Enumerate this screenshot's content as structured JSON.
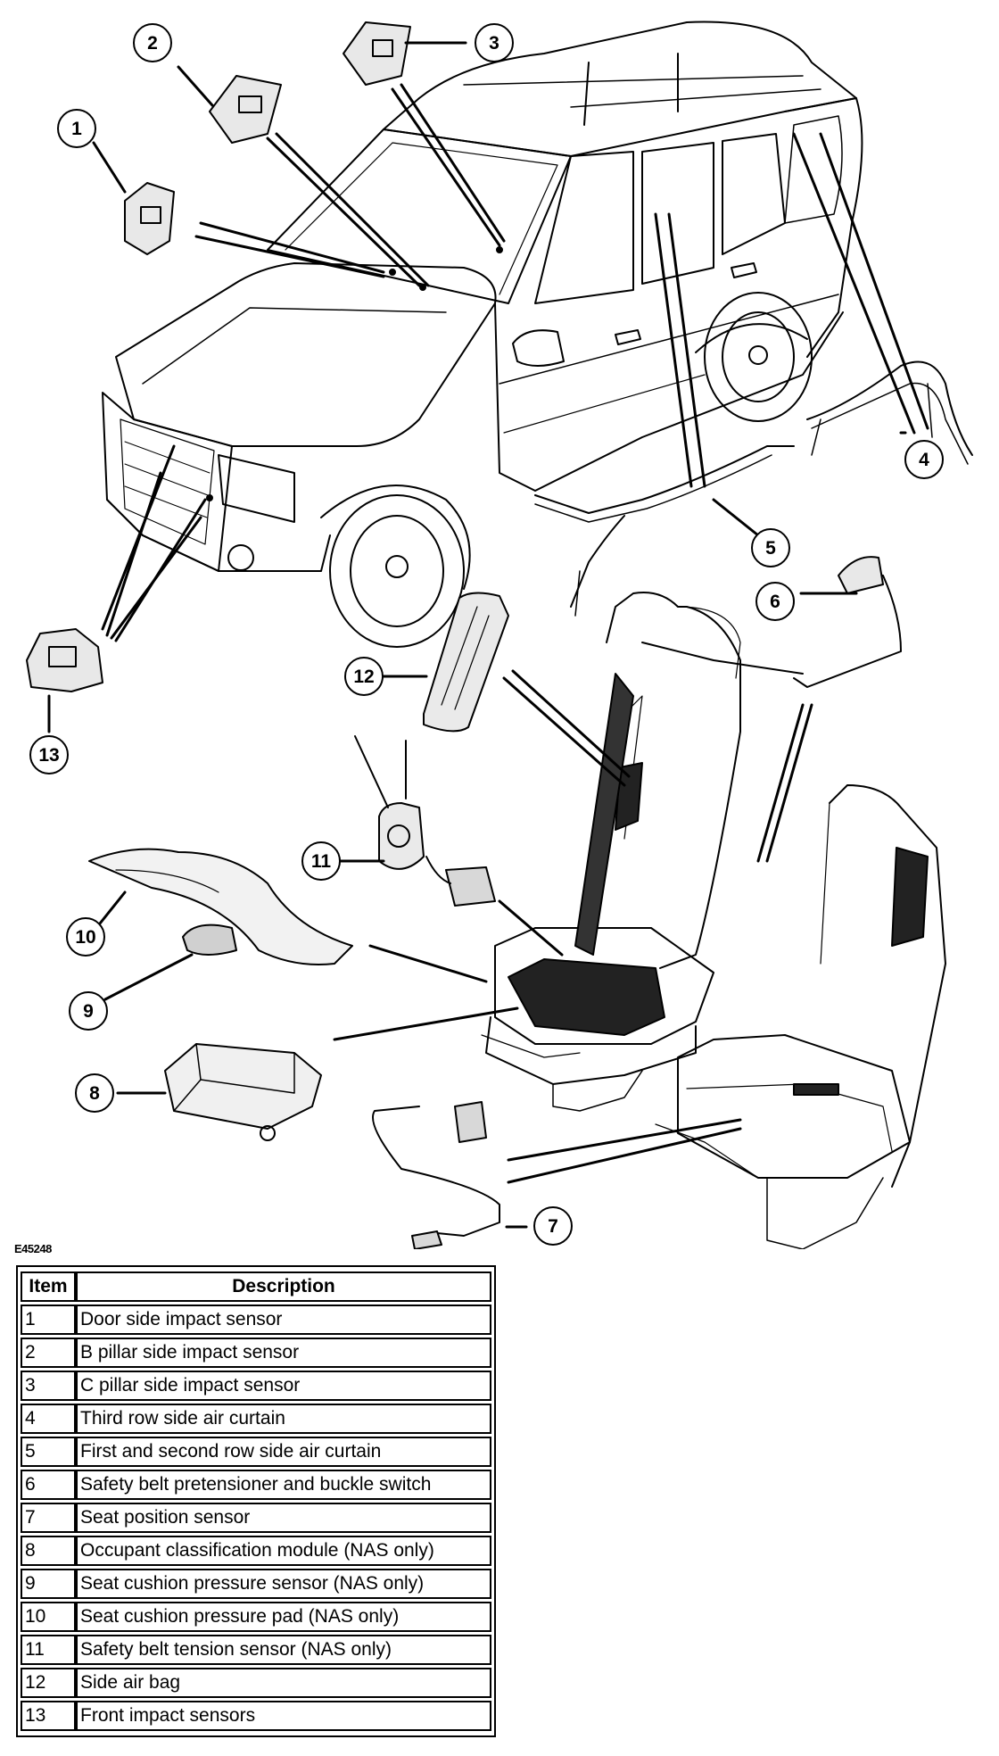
{
  "figure_id": "E45248",
  "callout_numbers": [
    "1",
    "2",
    "3",
    "4",
    "5",
    "6",
    "7",
    "8",
    "9",
    "10",
    "11",
    "12",
    "13"
  ],
  "legend": {
    "headers": {
      "item": "Item",
      "description": "Description"
    },
    "rows": [
      {
        "item": "1",
        "description": "Door side impact sensor"
      },
      {
        "item": "2",
        "description": "B pillar side impact sensor"
      },
      {
        "item": "3",
        "description": "C pillar side impact sensor"
      },
      {
        "item": "4",
        "description": "Third row side air curtain"
      },
      {
        "item": "5",
        "description": "First and second row side air curtain"
      },
      {
        "item": "6",
        "description": "Safety belt pretensioner and buckle switch"
      },
      {
        "item": "7",
        "description": "Seat position sensor"
      },
      {
        "item": "8",
        "description": "Occupant classification module (NAS only)"
      },
      {
        "item": "9",
        "description": "Seat cushion pressure sensor (NAS only)"
      },
      {
        "item": "10",
        "description": "Seat cushion pressure pad (NAS only)"
      },
      {
        "item": "11",
        "description": "Safety belt tension sensor (NAS only)"
      },
      {
        "item": "12",
        "description": "Side air bag"
      },
      {
        "item": "13",
        "description": "Front impact sensors"
      }
    ]
  }
}
